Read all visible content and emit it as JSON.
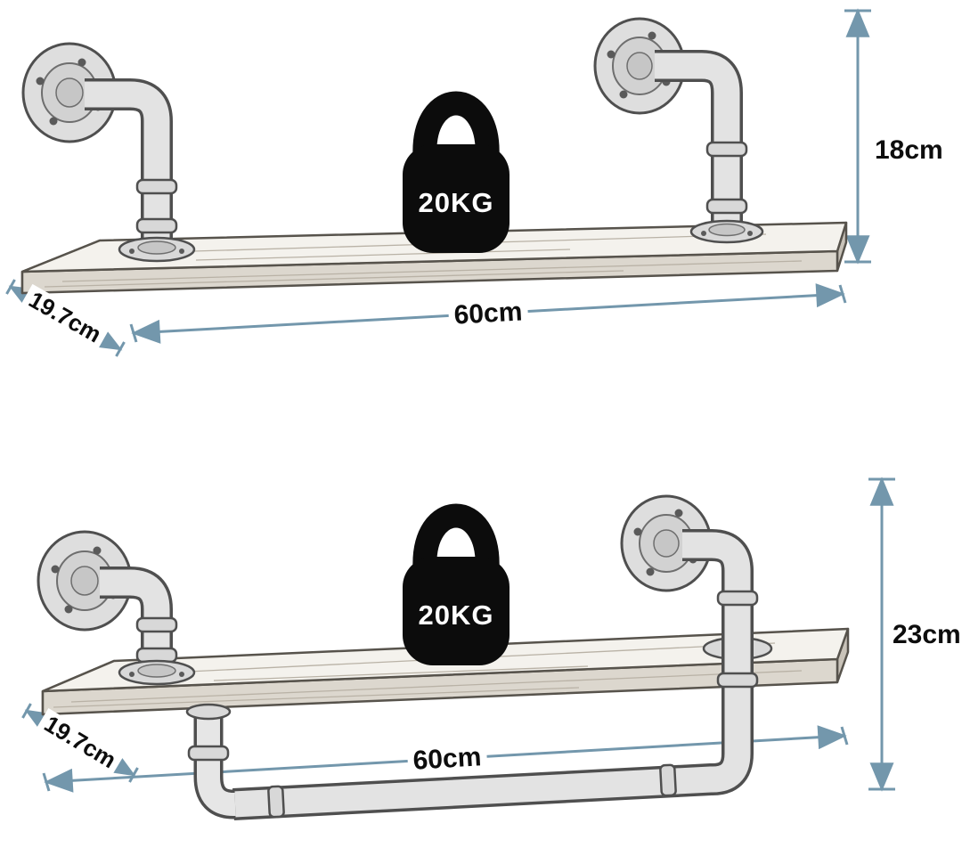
{
  "colors": {
    "dimension_line": "#7397ac",
    "label_text": "#0d0d0d",
    "weight_fill": "#0c0c0c",
    "weight_text": "#ffffff"
  },
  "shelf_top": {
    "weight_label": "20KG",
    "height_label": "18cm",
    "length_label": "60cm",
    "depth_label": "19.7cm"
  },
  "shelf_bottom": {
    "weight_label": "20KG",
    "height_label": "23cm",
    "length_label": "60cm",
    "depth_label": "19.7cm"
  }
}
